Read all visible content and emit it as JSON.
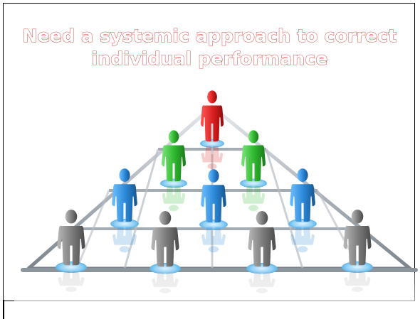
{
  "slide": {
    "title_line1": "Need a systemic approach to correct",
    "title_line2": "individual performance"
  },
  "colors": {
    "title_outline": "#d9534f",
    "red_figure": "#d81e1e",
    "green_figure": "#2db52d",
    "blue_figure": "#2a86d6",
    "gray_figure": "#7a7a7a",
    "pyramid_frame": "#9aa3ab",
    "base_disc": "#7cc2ee"
  },
  "pyramid": {
    "tiers": [
      {
        "name": "top",
        "color": "red_figure",
        "count": 1
      },
      {
        "name": "second",
        "color": "green_figure",
        "count": 2
      },
      {
        "name": "third",
        "color": "blue_figure",
        "count": 3
      },
      {
        "name": "bottom",
        "color": "gray_figure",
        "count": 4
      }
    ]
  }
}
